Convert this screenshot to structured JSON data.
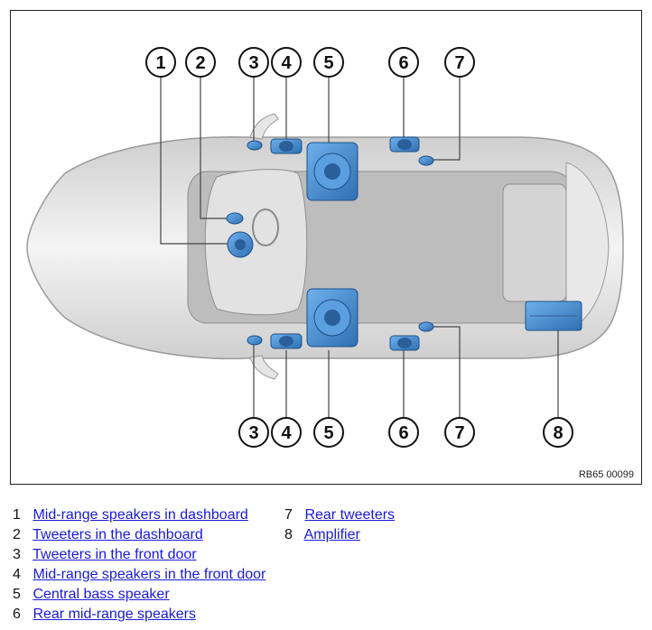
{
  "figure": {
    "reference_code": "RB65 00099",
    "callouts": [
      "1",
      "2",
      "3",
      "4",
      "5",
      "6",
      "7",
      "8"
    ]
  },
  "legend": [
    {
      "num": "1",
      "label": "Mid-range speakers in dashboard"
    },
    {
      "num": "2",
      "label": "Tweeters in the dashboard"
    },
    {
      "num": "3",
      "label": "Tweeters in the front door"
    },
    {
      "num": "4",
      "label": "Mid-range speakers in the front door"
    },
    {
      "num": "5",
      "label": "Central bass speaker"
    },
    {
      "num": "6",
      "label": "Rear mid-range speakers"
    },
    {
      "num": "7",
      "label": "Rear tweeters"
    },
    {
      "num": "8",
      "label": "Amplifier"
    }
  ],
  "colors": {
    "speaker_blue": "#4a90d9",
    "speaker_dark": "#2f6fb3",
    "car_body": "#d9d9d9",
    "car_floor": "#c6c6c6",
    "link": "#1a1ad6"
  }
}
